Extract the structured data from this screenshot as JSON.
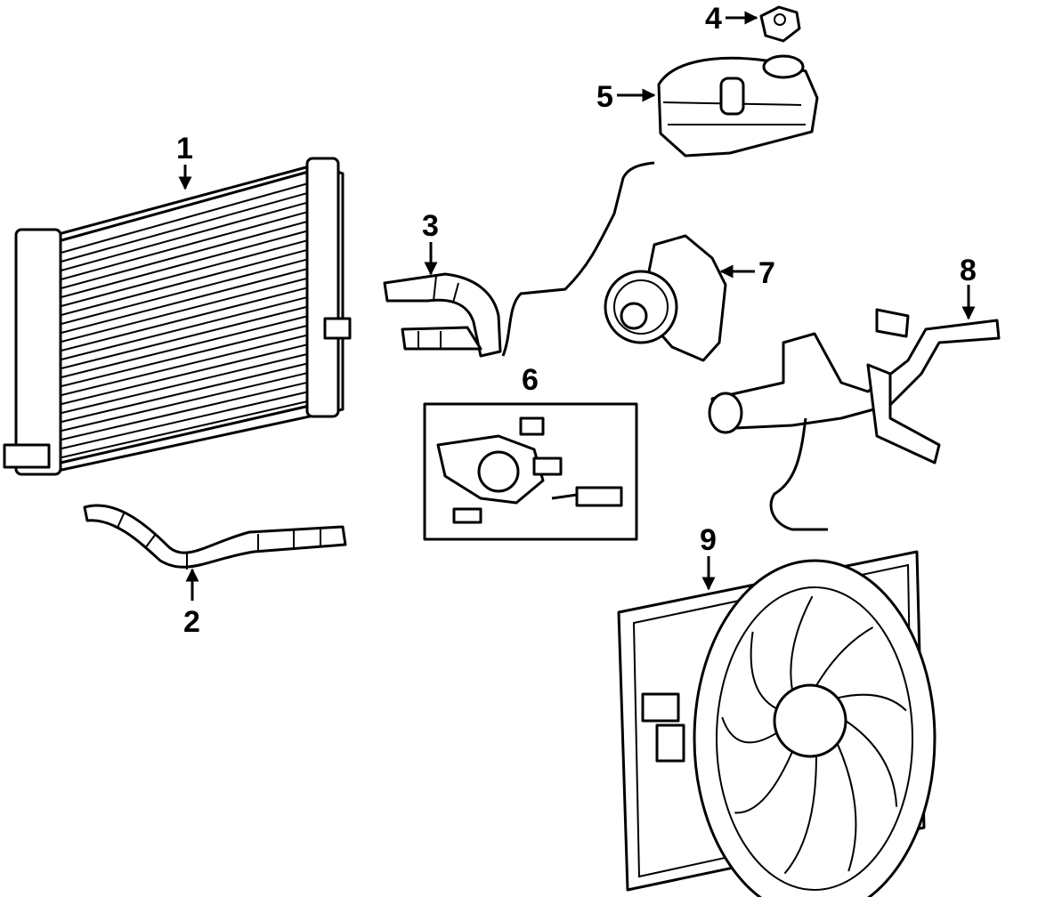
{
  "parts": [
    {
      "callout": "1",
      "icon": "radiator-icon"
    },
    {
      "callout": "2",
      "icon": "lower-hose-icon"
    },
    {
      "callout": "3",
      "icon": "upper-hose-icon"
    },
    {
      "callout": "4",
      "icon": "reservoir-cap-icon"
    },
    {
      "callout": "5",
      "icon": "coolant-reservoir-icon"
    },
    {
      "callout": "6",
      "icon": "thermostat-housing-icon"
    },
    {
      "callout": "7",
      "icon": "water-pump-icon"
    },
    {
      "callout": "8",
      "icon": "coolant-pipe-icon"
    },
    {
      "callout": "9",
      "icon": "cooling-fan-assembly-icon"
    }
  ],
  "colors": {
    "ink": "#000000",
    "paper": "#ffffff"
  }
}
